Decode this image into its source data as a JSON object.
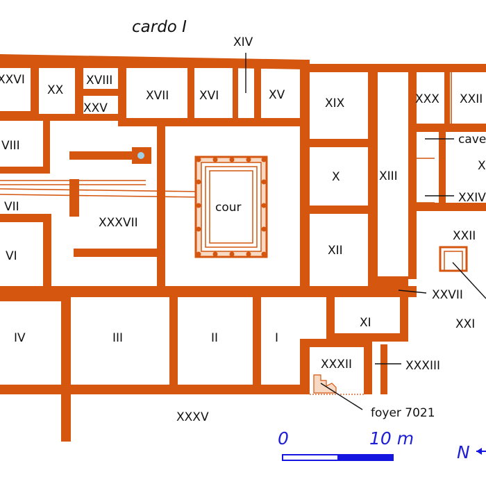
{
  "colors": {
    "wall": "#d4560f",
    "thin": "#d4560f",
    "court_fill": "#f7d9c4",
    "scale": "#1515e0",
    "water": "#9fd0e8"
  },
  "street": "cardo I",
  "rooms": {
    "r26": "XXVI",
    "r20": "XX",
    "r18": "XVIII",
    "r25": "XXV",
    "r17": "XVII",
    "r16": "XVI",
    "r14": "XIV",
    "r15": "XV",
    "r19": "XIX",
    "r30": "XXX",
    "r22top": "XXII",
    "cave": "cave",
    "r8": "VIII",
    "r10": "X",
    "r13": "XIII",
    "r7": "VII",
    "r37": "XXXVII",
    "cour": "cour",
    "r24": "XXIV",
    "r6": "VI",
    "r12": "XII",
    "r22": "XXII",
    "r27": "XXVII",
    "r4": "IV",
    "r3": "III",
    "r2": "II",
    "r1": "I",
    "r11": "XI",
    "r21": "XXI",
    "r32": "XXXII",
    "r33": "XXXIII",
    "r35": "XXXV",
    "foyer": "foyer 7021",
    "x_cut": "X"
  },
  "scale": {
    "start": "0",
    "end": "10 m"
  },
  "north": "N"
}
